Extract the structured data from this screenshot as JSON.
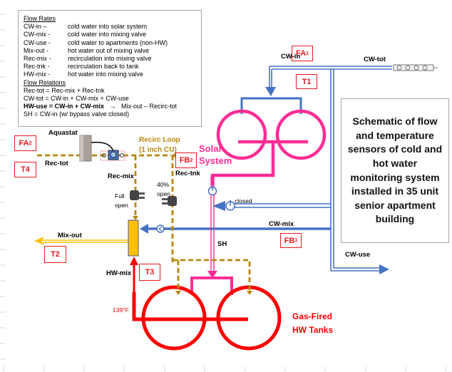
{
  "legend": {
    "flow_rates_heading": "Flow Rates",
    "flow_rates": [
      {
        "key": "CW-in –",
        "desc": "cold water into solar system"
      },
      {
        "key": "CW-mix -",
        "desc": "cold water into mixing valve"
      },
      {
        "key": "CW-use -",
        "desc": "cold water to apartments (non-HW)"
      },
      {
        "key": "Mix-out -",
        "desc": "hot water out of mixing valve"
      },
      {
        "key": "Rec-mix -",
        "desc": "recirculation into mixing valve"
      },
      {
        "key": "Rec-tnk -",
        "desc": "recirculation back to tank"
      },
      {
        "key": "HW-mix -",
        "desc": "hot water into mixing valve"
      }
    ],
    "flow_relations_heading": "Flow Relations",
    "relations": [
      "Rec-tot = Rec-mix + Rec-tnk",
      "CW-tot = CW-in + CW-mix + CW-use"
    ],
    "relation_bold": "HW-use = CW-in + CW-mix",
    "relation_arrow": "→",
    "relation_tail": "Mix-out – Recirc-tot",
    "relation_last": "SH = CW-in (w/ bypass valve closed)"
  },
  "description": "Schematic of flow and temperature sensors of cold and hot water monitoring system installed in 35 unit senior apartment building",
  "sensors": {
    "FA1": {
      "base": "FA",
      "sub": "1"
    },
    "FA2": {
      "base": "FA",
      "sub": "2"
    },
    "FB1": {
      "base": "FB",
      "sub": "1"
    },
    "FB2": {
      "base": "FB",
      "sub": "2"
    },
    "T1": "T1",
    "T2": "T2",
    "T3": "T3",
    "T4": "T4"
  },
  "labels": {
    "cw_in": "CW-in",
    "cw_tot": "CW-tot",
    "cw_mix": "CW-mix",
    "cw_use": "CW-use",
    "mix_out": "Mix-out",
    "hw_mix": "HW-mix",
    "rec_tot": "Rec-tot",
    "rec_mix": "Rec-mix",
    "rec_tnk": "Rec-tnk",
    "recirc_loop_1": "Recirc Loop",
    "recirc_loop_2": "(1 inch CU)",
    "aquastat": "Aquastat",
    "full_open_1": "Full",
    "full_open_2": "open",
    "pct_open_1": "40%",
    "pct_open_2": "open",
    "closed": "closed",
    "sh": "SH",
    "solar_1": "Solar",
    "solar_2": "System",
    "gas_1": "Gas-Fired",
    "gas_2": "HW Tanks",
    "temp": "139°F"
  },
  "colors": {
    "cold_water": "#4472c4",
    "solar": "#ff2d95",
    "hot_water": "#ff0000",
    "recirc": "#b8860b",
    "mix_out": "#ffc000",
    "sensor": "#e8191f"
  }
}
